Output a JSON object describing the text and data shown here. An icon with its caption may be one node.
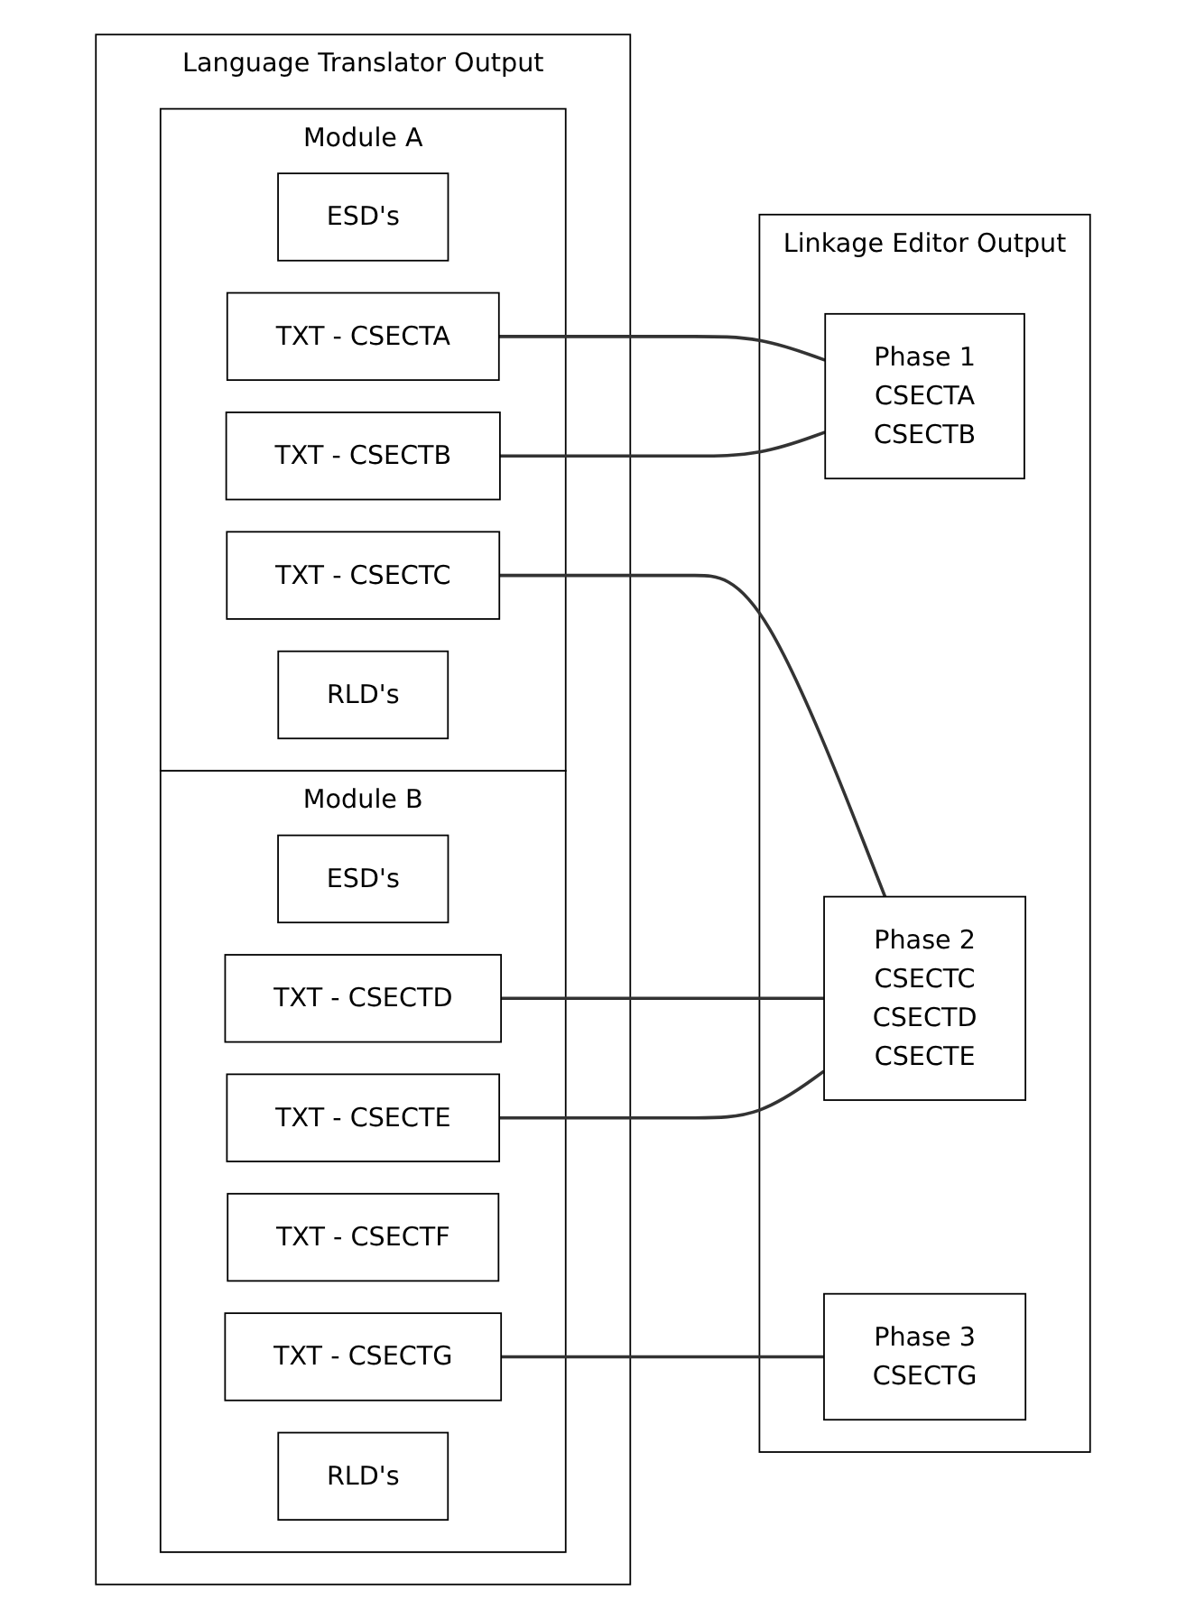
{
  "diagram": {
    "nodes": [
      {
        "text": [
          "Language Translator Output"
        ]
      },
      {
        "text": [
          "Module A"
        ],
        "in": 0
      },
      {
        "text": [
          "ESD's"
        ],
        "in": 1
      },
      {
        "text": [
          "TXT - CSECTA"
        ],
        "in": 1
      },
      {
        "text": [
          "TXT - CSECTB"
        ],
        "in": 1
      },
      {
        "text": [
          "TXT - CSECTC"
        ],
        "in": 1
      },
      {
        "text": [
          "RLD's"
        ],
        "in": 1
      },
      {
        "text": [
          "Module B"
        ],
        "in": 0
      },
      {
        "text": [
          "ESD's"
        ],
        "in": 7
      },
      {
        "text": [
          "TXT - CSECTD"
        ],
        "in": 7
      },
      {
        "text": [
          "TXT - CSECTE"
        ],
        "in": 7
      },
      {
        "text": [
          "TXT - CSECTF"
        ],
        "in": 7
      },
      {
        "text": [
          "TXT - CSECTG"
        ],
        "in": 7
      },
      {
        "text": [
          "RLD's"
        ],
        "in": 7
      },
      {
        "text": [
          "Linkage Editor Output"
        ]
      },
      {
        "text": [
          "Phase 1",
          "CSECTA",
          "CSECTB"
        ],
        "in": 14
      },
      {
        "text": [
          "Phase 2",
          "CSECTC",
          "CSECTD",
          "CSECTE"
        ],
        "in": 14
      },
      {
        "text": [
          "Phase 3",
          "CSECTG"
        ],
        "in": 14
      }
    ],
    "edges": [
      {
        "from": 3,
        "to": 15,
        "arrow": "none"
      },
      {
        "from": 4,
        "to": 15,
        "arrow": "none"
      },
      {
        "from": 5,
        "to": 16,
        "arrow": "none"
      },
      {
        "from": 9,
        "to": 16,
        "arrow": "none"
      },
      {
        "from": 10,
        "to": 16,
        "arrow": "none"
      },
      {
        "from": 12,
        "to": 17,
        "arrow": "none"
      }
    ]
  }
}
